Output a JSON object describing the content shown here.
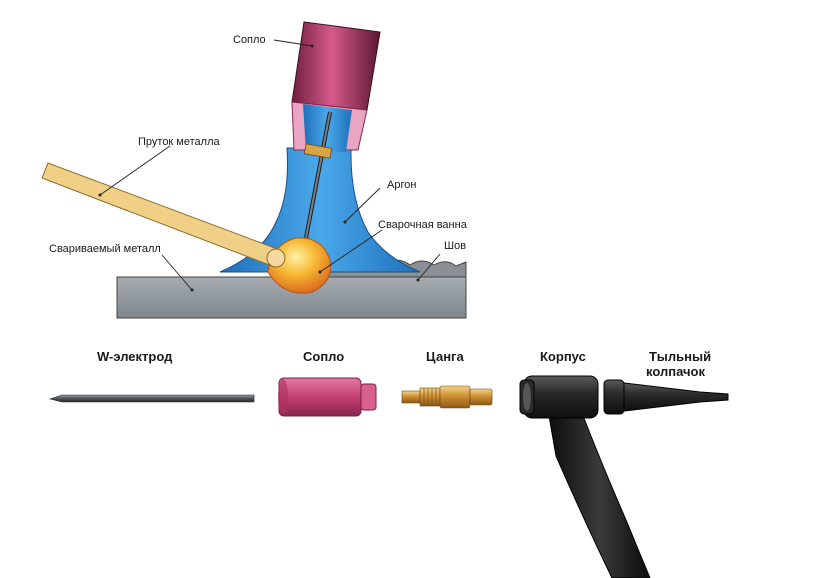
{
  "diagram": {
    "labels": {
      "nozzle": "Сопло",
      "filler_rod": "Пруток металла",
      "argon": "Аргон",
      "weld_pool": "Сварочная ванна",
      "base_metal": "Свариваемый металл",
      "seam": "Шов"
    },
    "parts": {
      "electrode": "W-электрод",
      "nozzle": "Сопло",
      "collet": "Цанга",
      "body": "Корпус",
      "back_cap_line1": "Тыльный",
      "back_cap_line2": "колпачок"
    },
    "colors": {
      "nozzle": "#c2406f",
      "argon": "#2f8fd6",
      "filler_rod": "#f0cf86",
      "base_metal": "#8f969c",
      "weld_pool": "#f29b1e",
      "torch_body": "#1e1e1e",
      "collet": "#d9a347"
    }
  }
}
